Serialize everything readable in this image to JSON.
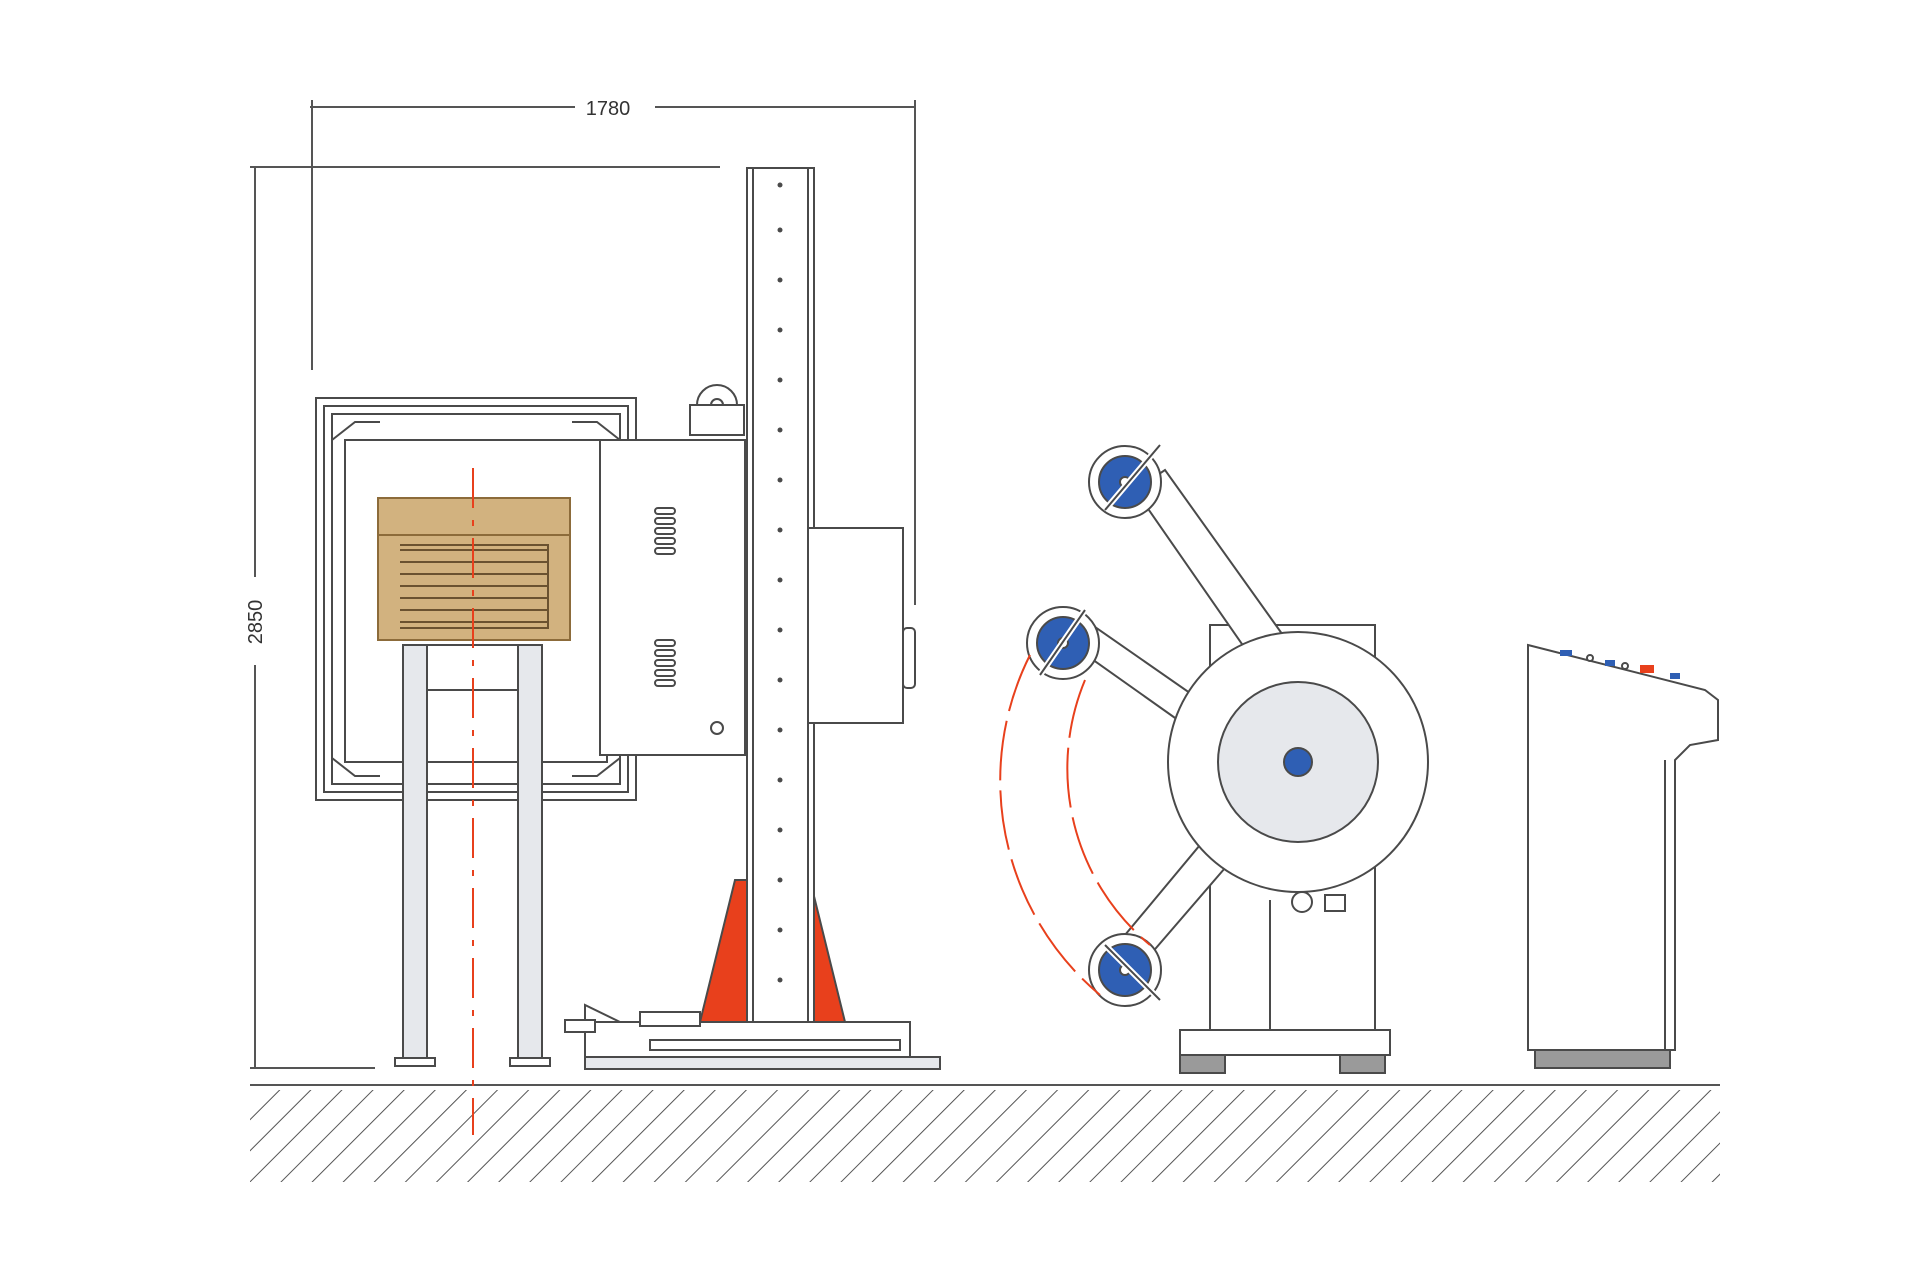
{
  "dimensions": {
    "width_label": "1780",
    "height_label": "2850"
  },
  "colors": {
    "line": "#4a4a4a",
    "dim_line": "#555555",
    "accent_red": "#e8401c",
    "roller_blue": "#2f5fb4",
    "wood": "#d2b27f",
    "wood_dark": "#b08b52",
    "machine_fill": "#ffffff",
    "grey_fill": "#e6e8ec",
    "foot_fill": "#9a9a9a",
    "center_line": "#e8401c"
  },
  "components": [
    {
      "name": "rotating-frame-with-load"
    },
    {
      "name": "column-hoist"
    },
    {
      "name": "reel-stand-with-three-rollers"
    },
    {
      "name": "control-console"
    }
  ]
}
